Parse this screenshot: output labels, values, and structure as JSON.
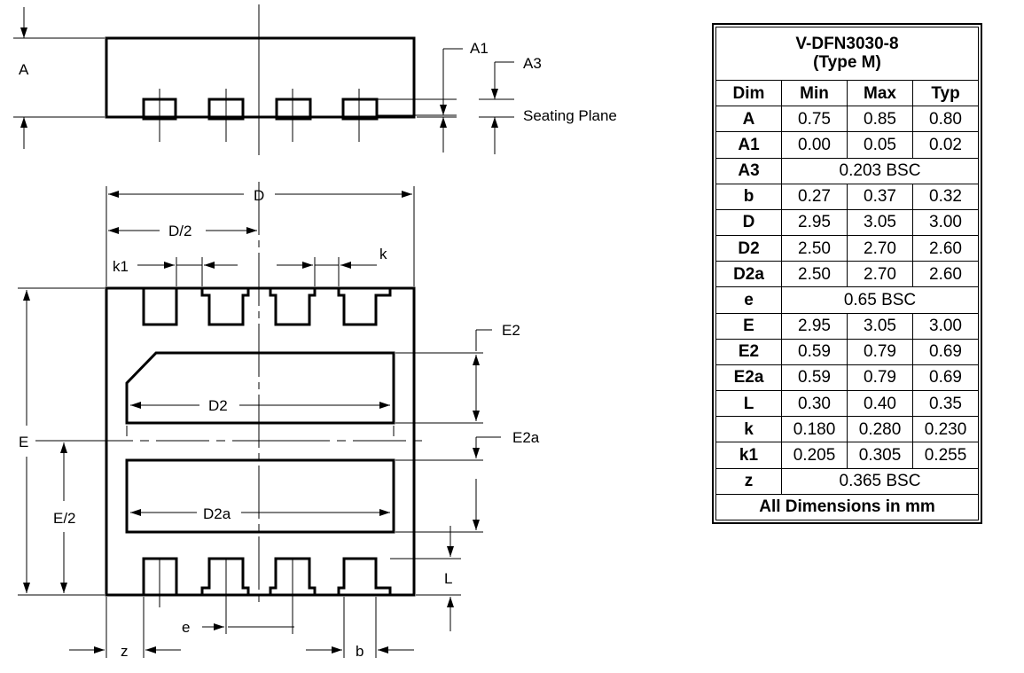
{
  "diagram": {
    "labels": {
      "A": "A",
      "A1": "A1",
      "A3": "A3",
      "seating_plane": "Seating Plane",
      "D": "D",
      "D_half": "D/2",
      "k1": "k1",
      "k": "k",
      "E2": "E2",
      "D2": "D2",
      "E": "E",
      "E2a": "E2a",
      "E_half": "E/2",
      "D2a": "D2a",
      "L": "L",
      "e": "e",
      "z": "z",
      "b": "b"
    }
  },
  "table": {
    "title_line1": "V-DFN3030-8",
    "title_line2": "(Type M)",
    "headers": [
      "Dim",
      "Min",
      "Max",
      "Typ"
    ],
    "rows": [
      {
        "dim": "A",
        "min": "0.75",
        "max": "0.85",
        "typ": "0.80"
      },
      {
        "dim": "A1",
        "min": "0.00",
        "max": "0.05",
        "typ": "0.02"
      },
      {
        "dim": "A3",
        "span": "0.203 BSC"
      },
      {
        "dim": "b",
        "min": "0.27",
        "max": "0.37",
        "typ": "0.32"
      },
      {
        "dim": "D",
        "min": "2.95",
        "max": "3.05",
        "typ": "3.00"
      },
      {
        "dim": "D2",
        "min": "2.50",
        "max": "2.70",
        "typ": "2.60"
      },
      {
        "dim": "D2a",
        "min": "2.50",
        "max": "2.70",
        "typ": "2.60"
      },
      {
        "dim": "e",
        "span": "0.65 BSC"
      },
      {
        "dim": "E",
        "min": "2.95",
        "max": "3.05",
        "typ": "3.00"
      },
      {
        "dim": "E2",
        "min": "0.59",
        "max": "0.79",
        "typ": "0.69"
      },
      {
        "dim": "E2a",
        "min": "0.59",
        "max": "0.79",
        "typ": "0.69"
      },
      {
        "dim": "L",
        "min": "0.30",
        "max": "0.40",
        "typ": "0.35"
      },
      {
        "dim": "k",
        "min": "0.180",
        "max": "0.280",
        "typ": "0.230"
      },
      {
        "dim": "k1",
        "min": "0.205",
        "max": "0.305",
        "typ": "0.255"
      },
      {
        "dim": "z",
        "span": "0.365 BSC"
      }
    ],
    "footer": "All Dimensions in mm"
  }
}
